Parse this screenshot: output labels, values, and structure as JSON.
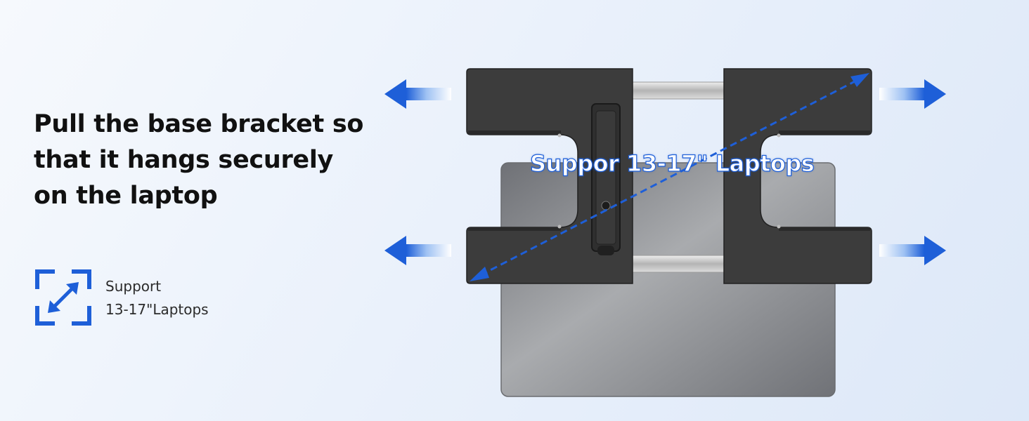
{
  "headline": {
    "line1": "Pull the base bracket so",
    "line2": "that it hangs securely",
    "line3": "on the laptop"
  },
  "feature": {
    "icon": "expand-diagonal-icon",
    "line1": "Support",
    "line2": "13-17\"Laptops"
  },
  "product": {
    "size_label": "Suppor 13-17\" Laptops"
  },
  "colors": {
    "accent": "#1e5fd8",
    "bracket": "#3c3c3c",
    "laptop": "#8d8f93",
    "text": "#111111"
  }
}
